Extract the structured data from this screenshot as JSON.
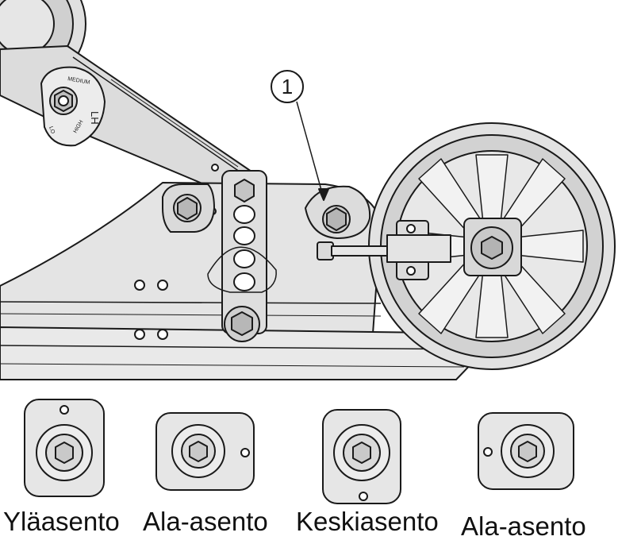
{
  "callout": {
    "label": "1"
  },
  "bracket": {
    "stamp_top": "MEDIUM",
    "stamp_side": "LH",
    "stamp_left": "LO",
    "stamp_right": "HIGH"
  },
  "positions": [
    {
      "label": "Yläasento"
    },
    {
      "label": "Ala-asento"
    },
    {
      "label": "Keskiasento"
    },
    {
      "label": "Ala-asento"
    }
  ],
  "colors": {
    "line": "#1a1a1a",
    "part_fill": "#e6e6e6",
    "part_dark": "#c9c9c9",
    "background": "#ffffff"
  }
}
